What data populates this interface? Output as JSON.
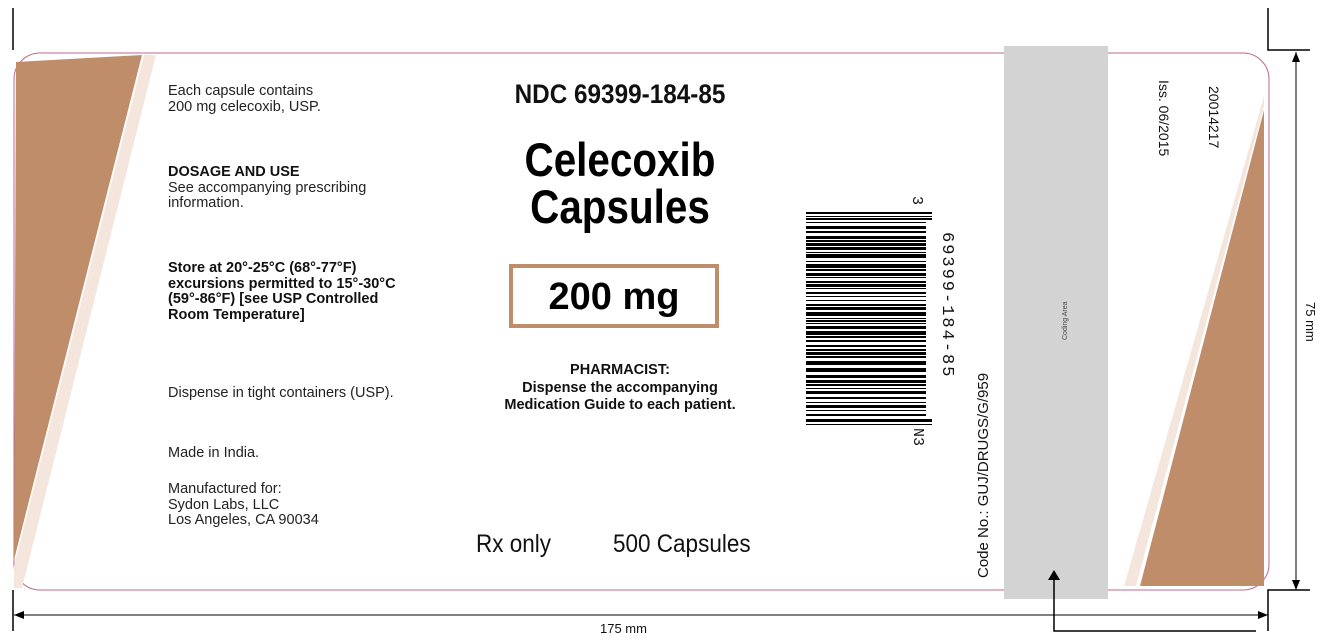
{
  "left_panel": {
    "contents": [
      "Each capsule contains",
      "200 mg celecoxib, USP."
    ],
    "dosage_heading": "DOSAGE AND USE",
    "dosage_text": [
      "See accompanying prescribing",
      "information."
    ],
    "storage": [
      "Store at 20°-25°C (68°-77°F)",
      "excursions permitted to 15°-30°C",
      "(59°-86°F) [see USP Controlled",
      "Room Temperature]"
    ],
    "dispense": "Dispense in tight containers (USP).",
    "origin": "Made in India.",
    "manufacturer": [
      "Manufactured for:",
      "Sydon Labs, LLC",
      "Los Angeles, CA 90034"
    ]
  },
  "center_panel": {
    "ndc": "NDC 69399-184-85",
    "drug_name": [
      "Celecoxib",
      "Capsules"
    ],
    "strength": "200 mg",
    "pharmacist_heading": "PHARMACIST:",
    "pharmacist_text": [
      "Dispense the accompanying",
      "Medication Guide to each patient."
    ],
    "rx": "Rx only",
    "count": "500 Capsules"
  },
  "barcode": {
    "digits": "69399-184-85",
    "check_top": "3",
    "check_bottom": "3",
    "lead_digit": "N"
  },
  "code_no": "Code No.: GUJ/DRUGS/G/959",
  "coding_area": "Coding Area",
  "right_info": {
    "part_number": "20014217",
    "issue": "Iss. 06/2015"
  },
  "dimensions": {
    "width": "175 mm",
    "height": "75 mm"
  },
  "colors": {
    "accent": "#c08d6b",
    "label_border": "#c0648c",
    "coding_area": "#d3d3d3"
  }
}
